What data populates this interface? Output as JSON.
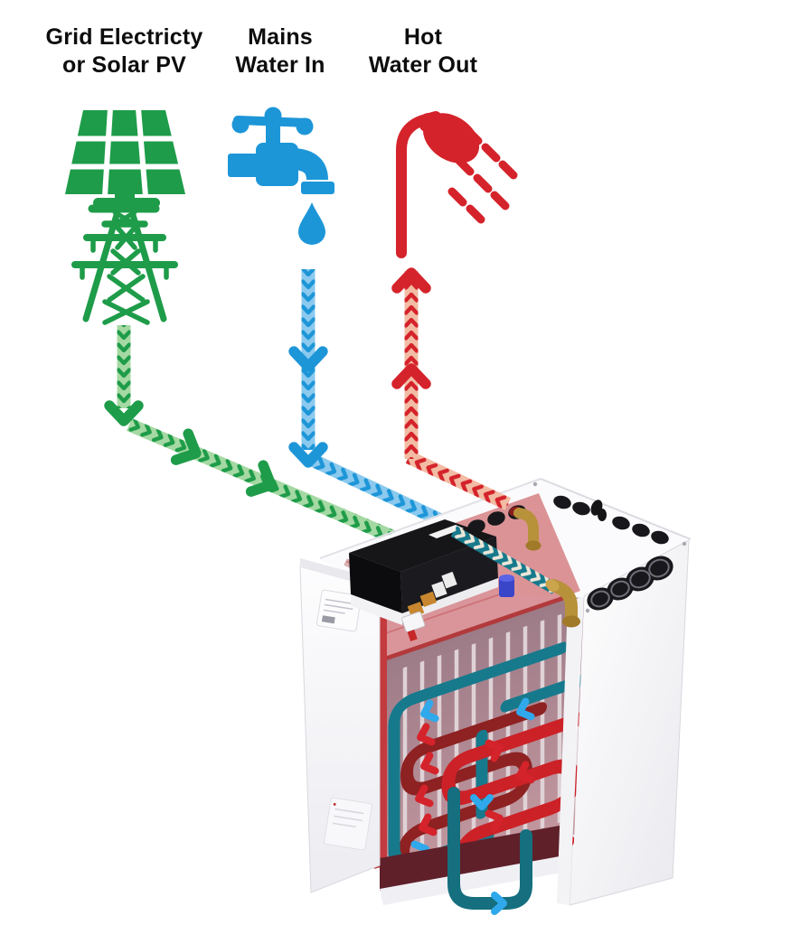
{
  "labels": {
    "grid_electricity": {
      "line1": "Grid Electricty",
      "line2": "or Solar PV"
    },
    "mains_water": {
      "line1": "Mains",
      "line2": "Water In"
    },
    "hot_water": {
      "line1": "Hot",
      "line2": "Water Out"
    }
  },
  "flows": [
    {
      "label": "Grid Electricty or Solar PV",
      "color": "#1E9C49",
      "style": "chevron-arrow",
      "direction": "into unit",
      "icons": [
        "solar-panel-icon",
        "electricity-pylon-icon"
      ]
    },
    {
      "label": "Mains Water In",
      "color": "#1D96D8",
      "style": "chevron-arrow",
      "direction": "into unit",
      "icons": [
        "tap-icon",
        "water-drop-icon"
      ]
    },
    {
      "label": "Hot Water Out",
      "color": "#D5232B",
      "style": "chevron-arrow",
      "direction": "out of unit",
      "icons": [
        "shower-icon"
      ]
    }
  ],
  "unit": {
    "depiction": "3D cutaway heat battery cabinet with internal heat-exchanger coils"
  },
  "colors": {
    "label_text": "#0d0d0d",
    "grid_flow": "#1E9C49",
    "grid_flow_light": "#A5D9A3",
    "mains_flow": "#1D96D8",
    "mains_flow_light": "#8BC9EE",
    "hot_flow": "#D5232B",
    "hot_flow_light": "#F2BCA4",
    "pipe_teal": "#17798C",
    "pipe_chevron": "#EDE7D9",
    "tank_pink": "#DB9396",
    "interior_mauve": "#A9868F",
    "coil_dark_red": "#8E2121",
    "coil_bright_red": "#CB2127",
    "coil_teal": "#156F7E",
    "flow_arrow_blue": "#2FA9EC",
    "cabinet_white": "#FBFBFD",
    "brass": "#B8913B",
    "cap_blue": "#3A46C8"
  }
}
